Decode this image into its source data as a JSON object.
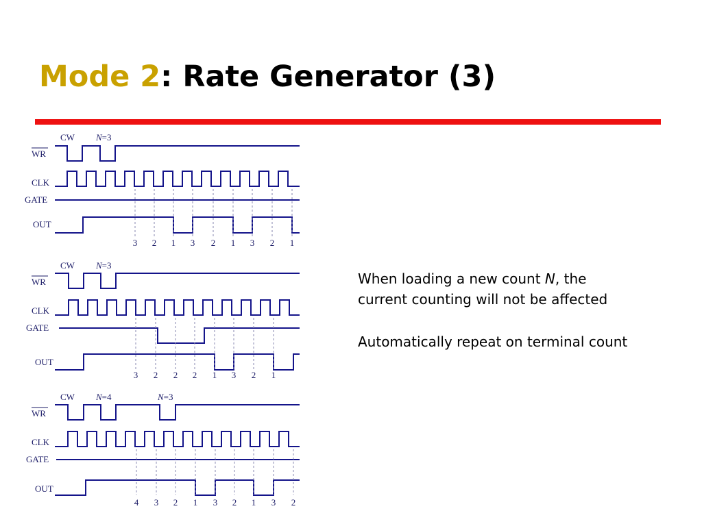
{
  "title": {
    "mode": "Mode 2",
    "rest": ": Rate Generator (3)"
  },
  "colors": {
    "title_accent": "#c9a100",
    "rule": "#ee1111",
    "wave": "#14148a",
    "label": "#1a1a66"
  },
  "notes": {
    "line1_pre": "When loading a new count ",
    "line1_var": "N",
    "line1_post": ", the",
    "line2": "current counting will not be affected",
    "line3": "Automatically repeat on terminal count"
  },
  "diagrams": [
    {
      "labels": {
        "cw": "CW",
        "wr": "WR",
        "clk": "CLK",
        "gate": "GATE",
        "out": "OUT"
      },
      "n_labels": [
        {
          "var": "N",
          "eq": "=3"
        }
      ],
      "counts": [
        "3",
        "2",
        "1",
        "3",
        "2",
        "1",
        "3",
        "2",
        "1"
      ],
      "wr_pulses": 2,
      "gate": "high",
      "out": [
        {
          "at_tick": 0,
          "level": "high"
        },
        {
          "at_tick": 2,
          "level": "low"
        },
        {
          "at_tick": 3,
          "level": "high"
        },
        {
          "at_tick": 5,
          "level": "low"
        },
        {
          "at_tick": 6,
          "level": "high"
        },
        {
          "at_tick": 8,
          "level": "low"
        }
      ]
    },
    {
      "labels": {
        "cw": "CW",
        "wr": "WR",
        "clk": "CLK",
        "gate": "GATE",
        "out": "OUT"
      },
      "n_labels": [
        {
          "var": "N",
          "eq": "=3"
        }
      ],
      "counts": [
        "3",
        "2",
        "2",
        "2",
        "1",
        "3",
        "2",
        "1"
      ],
      "wr_pulses": 2,
      "gate": "low between ticks 1 and 3",
      "out": [
        {
          "at_tick": 0,
          "level": "high"
        },
        {
          "at_tick": 4,
          "level": "low"
        },
        {
          "at_tick": 5,
          "level": "high"
        },
        {
          "at_tick": 7,
          "level": "low"
        }
      ]
    },
    {
      "labels": {
        "cw": "CW",
        "wr": "WR",
        "clk": "CLK",
        "gate": "GATE",
        "out": "OUT"
      },
      "n_labels": [
        {
          "var": "N",
          "eq": "=4"
        },
        {
          "var": "N",
          "eq": "=3"
        }
      ],
      "counts": [
        "4",
        "3",
        "2",
        "1",
        "3",
        "2",
        "1",
        "3",
        "2"
      ],
      "wr_pulses": 3,
      "gate": "high",
      "out": [
        {
          "at_tick": 0,
          "level": "high"
        },
        {
          "at_tick": 3,
          "level": "low"
        },
        {
          "at_tick": 4,
          "level": "high"
        },
        {
          "at_tick": 6,
          "level": "low"
        },
        {
          "at_tick": 7,
          "level": "high"
        }
      ]
    }
  ]
}
